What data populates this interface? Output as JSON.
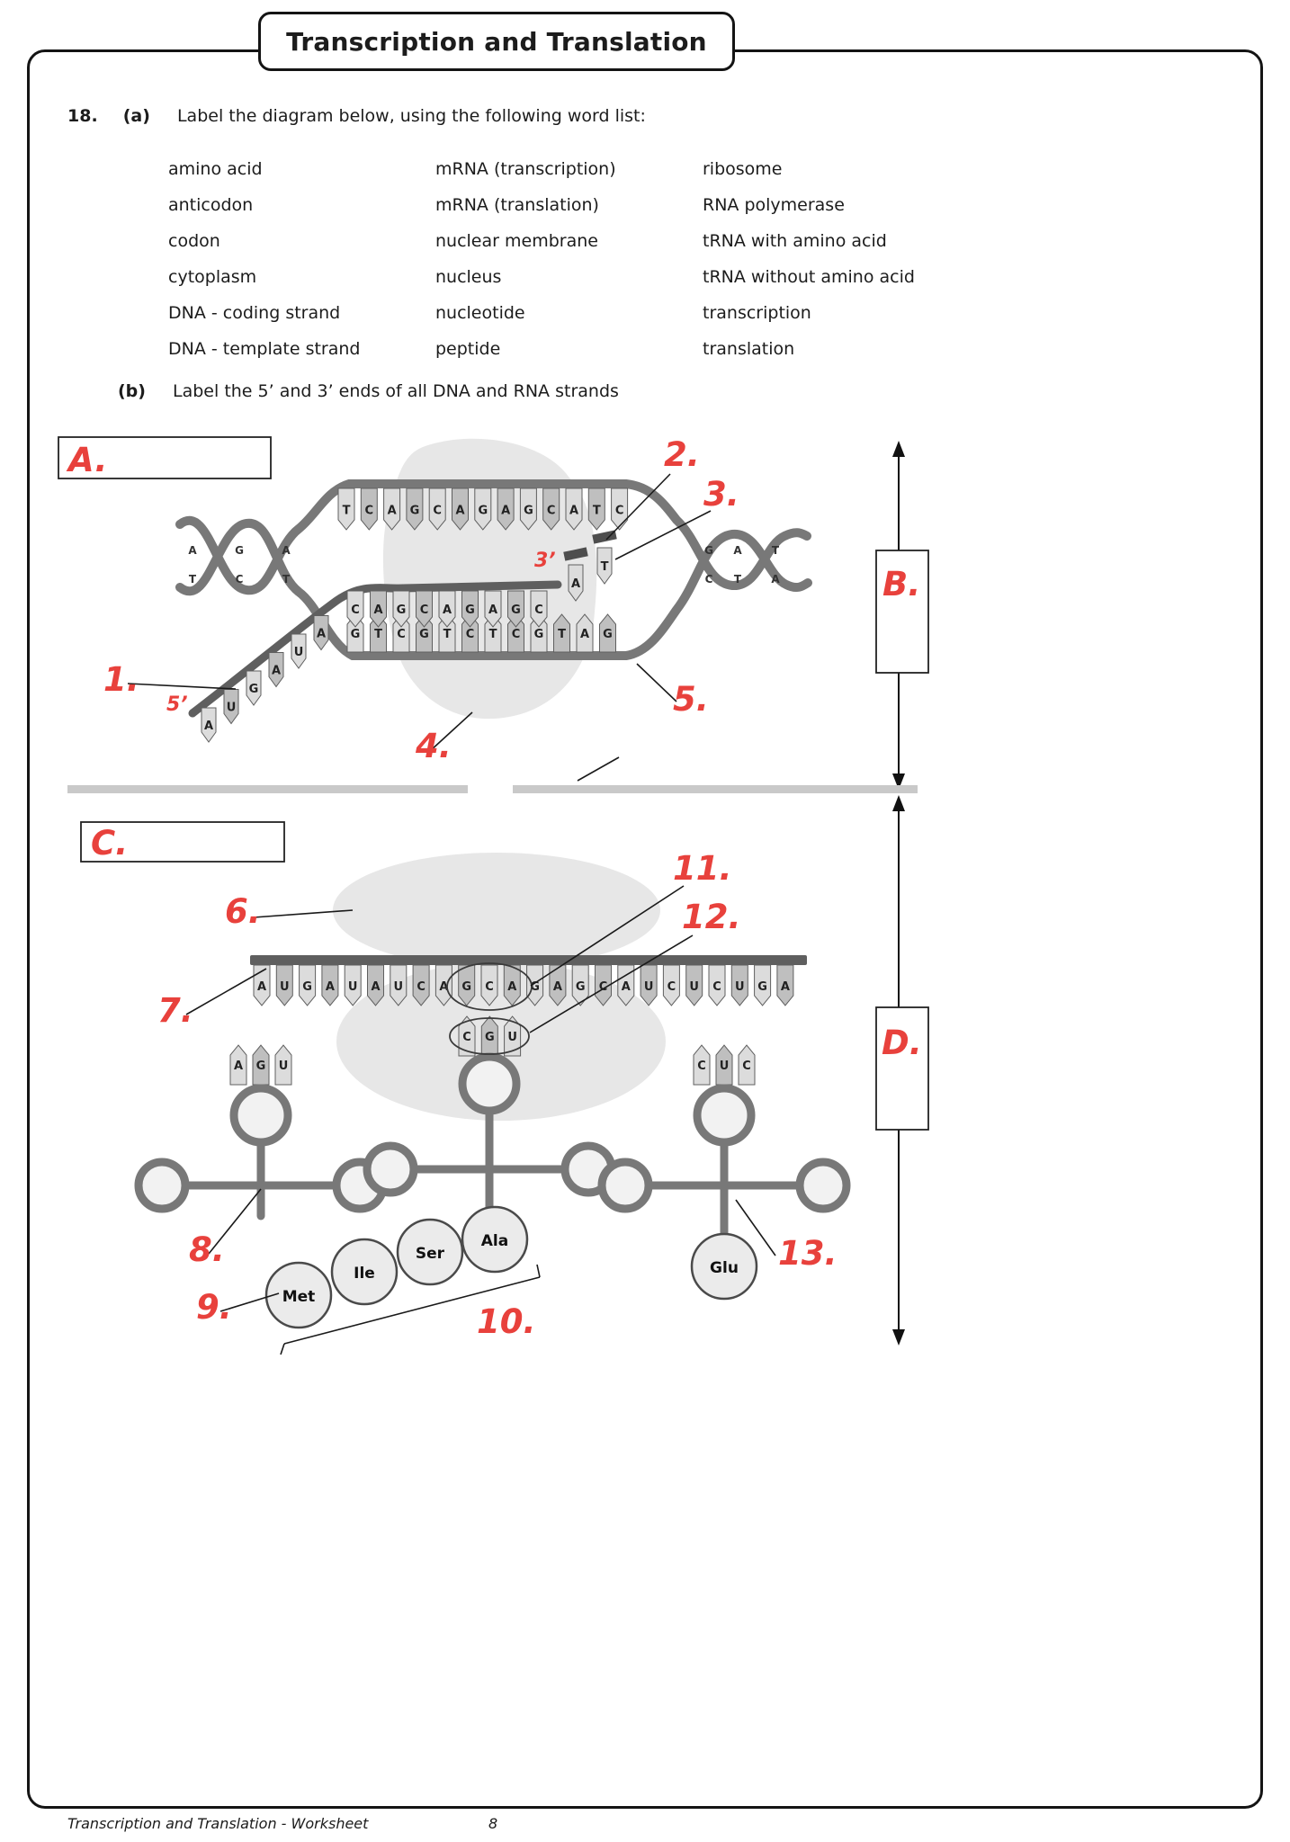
{
  "page": {
    "title": "Transcription and Translation",
    "footer_left": "Transcription and Translation - Worksheet",
    "footer_page": "8"
  },
  "question": {
    "number": "18.",
    "part_a_label": "(a)",
    "part_a_text": "Label the diagram below, using the following word list:",
    "part_b_label": "(b)",
    "part_b_text": "Label the 5’ and 3’ ends of all DNA and RNA strands",
    "word_columns": [
      [
        "amino acid",
        "anticodon",
        "codon",
        "cytoplasm",
        "DNA - coding strand",
        "DNA - template strand"
      ],
      [
        "mRNA (transcription)",
        "mRNA (translation)",
        "nuclear membrane",
        "nucleus",
        "nucleotide",
        "peptide"
      ],
      [
        "ribosome",
        "RNA polymerase",
        "tRNA with amino acid",
        "tRNA without amino acid",
        "transcription",
        "translation"
      ]
    ]
  },
  "annotations": {
    "box_a": "A.",
    "box_b": "B.",
    "box_c": "C.",
    "box_d": "D.",
    "labels": {
      "1": "1.",
      "2": "2.",
      "3": "3.",
      "4": "4.",
      "5": "5.",
      "6": "6.",
      "7": "7.",
      "8": "8.",
      "9": "9.",
      "10": "10.",
      "11": "11.",
      "12": "12.",
      "13": "13."
    },
    "five_prime": "5’",
    "three_prime": "3’"
  },
  "transcription": {
    "coding_strand": [
      "T",
      "C",
      "A",
      "G",
      "C",
      "A",
      "G",
      "A",
      "G",
      "C",
      "A",
      "T",
      "C"
    ],
    "template_strand": [
      "G",
      "T",
      "C",
      "G",
      "T",
      "C",
      "T",
      "C",
      "G",
      "T",
      "A",
      "G"
    ],
    "mrna_paired": [
      "C",
      "A",
      "G",
      "C",
      "A",
      "G",
      "A",
      "G",
      "C"
    ],
    "mrna_exit": [
      "A",
      "U",
      "G",
      "A",
      "U",
      "A"
    ],
    "free_nucleotides": [
      "A",
      "T"
    ],
    "left_helix_pairs": [
      [
        "A",
        "T"
      ],
      [
        "G",
        "C"
      ],
      [
        "A",
        "T"
      ]
    ],
    "right_helix_pairs": [
      [
        "G",
        "C"
      ],
      [
        "A",
        "T"
      ],
      [
        "T",
        "A"
      ]
    ]
  },
  "translation": {
    "mrna": [
      "A",
      "U",
      "G",
      "A",
      "U",
      "A",
      "U",
      "C",
      "A",
      "G",
      "C",
      "A",
      "G",
      "A",
      "G",
      "C",
      "A",
      "U",
      "C",
      "U",
      "C",
      "U",
      "G",
      "A"
    ],
    "trna_left_anticodon": [
      "A",
      "G",
      "U"
    ],
    "trna_center_anticodon": [
      "C",
      "G",
      "U"
    ],
    "trna_right_anticodon": [
      "C",
      "U",
      "C"
    ],
    "peptide": [
      "Met",
      "Ile",
      "Ser",
      "Ala"
    ],
    "incoming": "Glu"
  },
  "colors": {
    "red": "#e8413c",
    "strand": "#787878",
    "mrna": "#5f5f5f",
    "tooth_light": "#dcdcdc",
    "tooth_dark": "#bfbfbf",
    "blob": "#e7e7e7",
    "membrane": "#c9c9c9"
  }
}
